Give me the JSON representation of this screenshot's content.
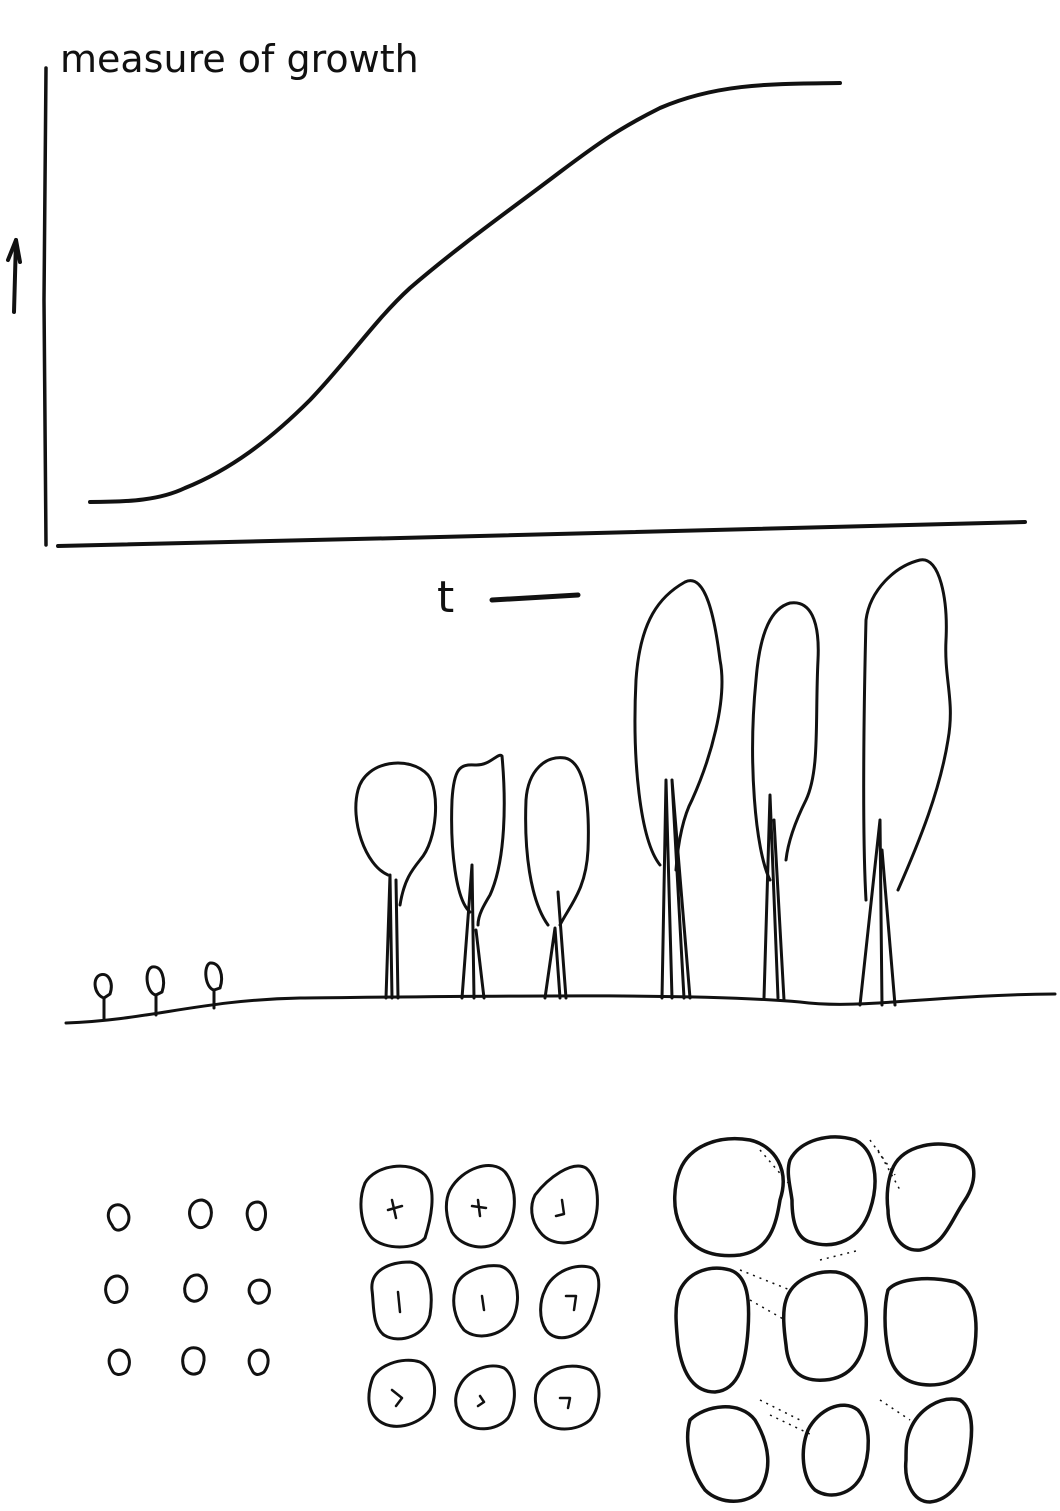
{
  "figure": {
    "y_axis_label": "measure of growth",
    "x_axis_label": "t",
    "ink_color": "#111111",
    "paper_color": "#ffffff"
  },
  "growth_curve": {
    "shape": "sigmoid",
    "description_points": "starts low, rises steadily, plateaus at top"
  },
  "stand_illustration": {
    "stages": [
      {
        "stage": "seedlings",
        "tree_count": 3
      },
      {
        "stage": "pole",
        "tree_count": 3
      },
      {
        "stage": "mature",
        "tree_count": 3
      }
    ]
  },
  "crown_plan_views": {
    "grids": [
      {
        "stage": "seedlings",
        "rows": 3,
        "cols": 3
      },
      {
        "stage": "pole",
        "rows": 3,
        "cols": 3
      },
      {
        "stage": "mature",
        "rows": 3,
        "cols": 3
      }
    ]
  }
}
